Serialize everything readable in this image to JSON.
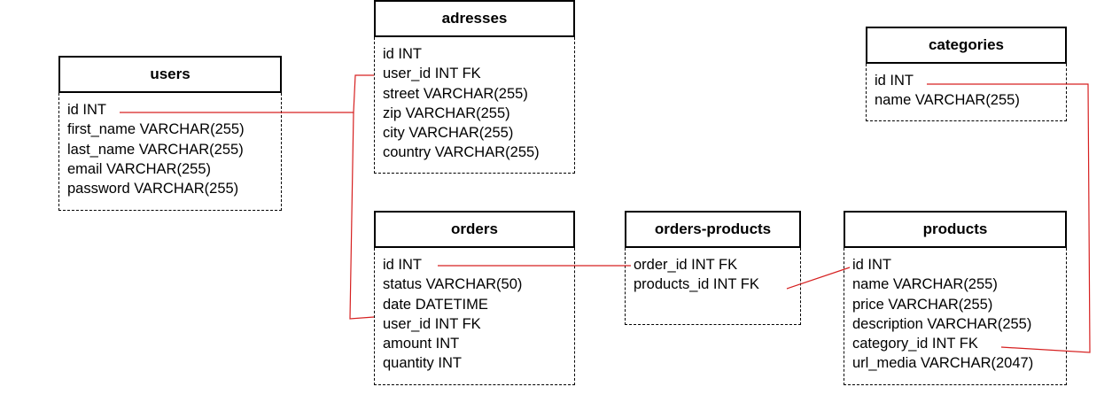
{
  "diagram": {
    "line_color": "#d62020",
    "entities": {
      "users": {
        "name": "users",
        "fields": [
          "id INT",
          "first_name VARCHAR(255)",
          "last_name VARCHAR(255)",
          "email VARCHAR(255)",
          "password VARCHAR(255)"
        ]
      },
      "adresses": {
        "name": "adresses",
        "fields": [
          "id INT",
          "user_id INT FK",
          "street VARCHAR(255)",
          "zip VARCHAR(255)",
          "city VARCHAR(255)",
          "country VARCHAR(255)"
        ]
      },
      "categories": {
        "name": "categories",
        "fields": [
          "id INT",
          "name VARCHAR(255)"
        ]
      },
      "orders": {
        "name": "orders",
        "fields": [
          "id INT",
          "status VARCHAR(50)",
          "date DATETIME",
          "user_id INT FK",
          "amount INT",
          "quantity INT"
        ]
      },
      "orders_products": {
        "name": "orders-products",
        "fields": [
          "order_id INT FK",
          "products_id INT FK"
        ]
      },
      "products": {
        "name": "products",
        "fields": [
          "id INT",
          "name VARCHAR(255)",
          "price VARCHAR(255)",
          "description VARCHAR(255)",
          "category_id INT FK",
          "url_media VARCHAR(2047)"
        ]
      }
    }
  }
}
